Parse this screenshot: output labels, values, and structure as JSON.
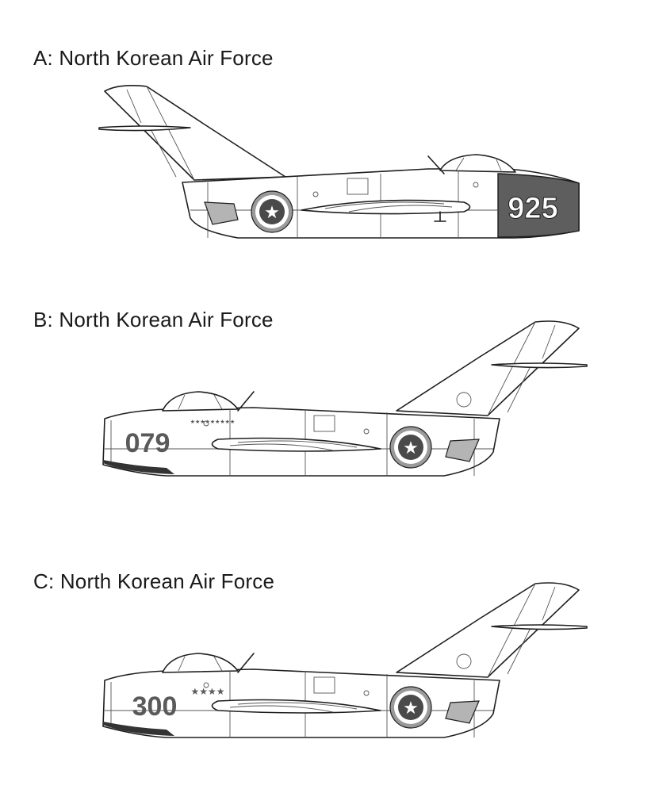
{
  "profiles": [
    {
      "caption": "A: North Korean Air Force",
      "serial": "925",
      "orientation": "right",
      "tally_stars": ""
    },
    {
      "caption": "B: North Korean Air Force",
      "serial": "079",
      "orientation": "left",
      "tally_stars": "★★★★★★★★★"
    },
    {
      "caption": "C: North Korean Air Force",
      "serial": "300",
      "orientation": "left",
      "tally_stars": "★★★★"
    }
  ],
  "colors": {
    "outline": "#1e1e1e",
    "panel_gray": "#b4b4b4",
    "serial_dark": "#5a5a5a",
    "nose_band": "#5e5e5e",
    "roundel_ring": "#9a9a9a"
  },
  "icons": [
    "mig-15-side-profile",
    "north-korean-roundel-icon",
    "star-icon"
  ]
}
